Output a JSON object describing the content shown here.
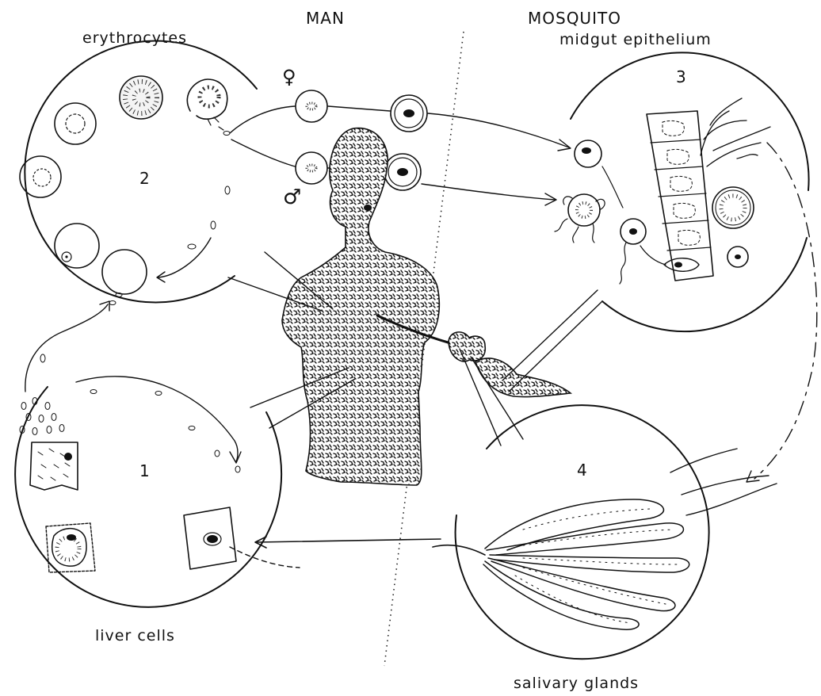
{
  "headers": {
    "man": "MAN",
    "mosquito": "MOSQUITO"
  },
  "captions": {
    "erythrocytes": "erythrocytes",
    "midgut": "midgut epithelium",
    "liver": "liver cells",
    "salivary": "salivary glands"
  },
  "stage_numbers": {
    "liver": "1",
    "blood": "2",
    "midgut": "3",
    "salivary": "4"
  },
  "symbols": {
    "female": "♀",
    "male": "♂"
  }
}
